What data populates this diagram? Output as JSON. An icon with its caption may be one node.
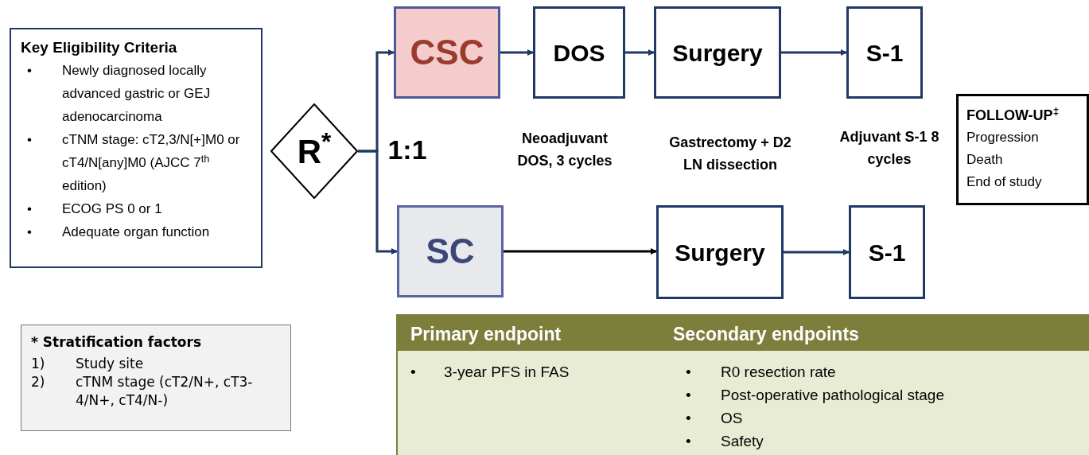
{
  "diagram": {
    "nodes": [
      {
        "text": [
          "Key Eligibility Criteria",
          "•",
          "Newly diagnosed locally advanced gastric or GEJ adenocarcinoma",
          "•",
          "cTNM stage: cT2,3/N[+]M0 or cT4/N[any]M0 (AJCC 7$^{th}$ edition)",
          "•",
          "ECOG PS 0 or 1",
          "•",
          "Adequate organ function"
        ]
      },
      {
        "text": [
          "R$^{*}$"
        ],
        "beside": [
          "1:1"
        ]
      },
      {
        "text": [
          "CSC"
        ]
      },
      {
        "text": [
          "DOS"
        ],
        "beside": [
          "Neoadjuvant DOS, 3 cycles"
        ]
      },
      {
        "text": [
          "Surgery"
        ],
        "beside": [
          "Gastrectomy + D2 LN dissection"
        ]
      },
      {
        "text": [
          "S-1"
        ]
      },
      {
        "text": [
          "SC"
        ]
      },
      {
        "text": [
          "Surgery"
        ]
      },
      {
        "text": [
          "S-1"
        ]
      },
      {
        "text": [
          "FOLLOW-UP$^{‡}$",
          "Progression",
          "Death",
          "End of study"
        ]
      },
      {
        "text": [
          "* Stratification factors",
          "1)",
          "Study site",
          "2)",
          "cTNM stage (cT2/N+, cT3-4/N+, cT4/N-)"
        ]
      },
      {
        "text": [
          "Primary endpoint",
          "Secondary endpoints",
          "•",
          "3-year PFS in FAS",
          "•",
          "R0 resection rate",
          "•",
          "Post-operative pathological stage",
          "•",
          "OS",
          "•",
          "Safety"
        ]
      }
    ],
    "labels": [
      "Adjuvant S-1 8 cycles"
    ],
    "edges": [
      {
        "from": 1,
        "to": 2,
        "arrow": "to"
      },
      {
        "from": 1,
        "to": 6,
        "arrow": "to"
      },
      {
        "from": 2,
        "to": 3,
        "arrow": "to"
      },
      {
        "from": 3,
        "to": 4,
        "arrow": "to"
      },
      {
        "from": 4,
        "to": 5,
        "arrow": "to"
      },
      {
        "from": 6,
        "to": 7,
        "arrow": "to",
        "color": "#000000"
      },
      {
        "from": 7,
        "to": 8,
        "arrow": "to"
      }
    ]
  }
}
